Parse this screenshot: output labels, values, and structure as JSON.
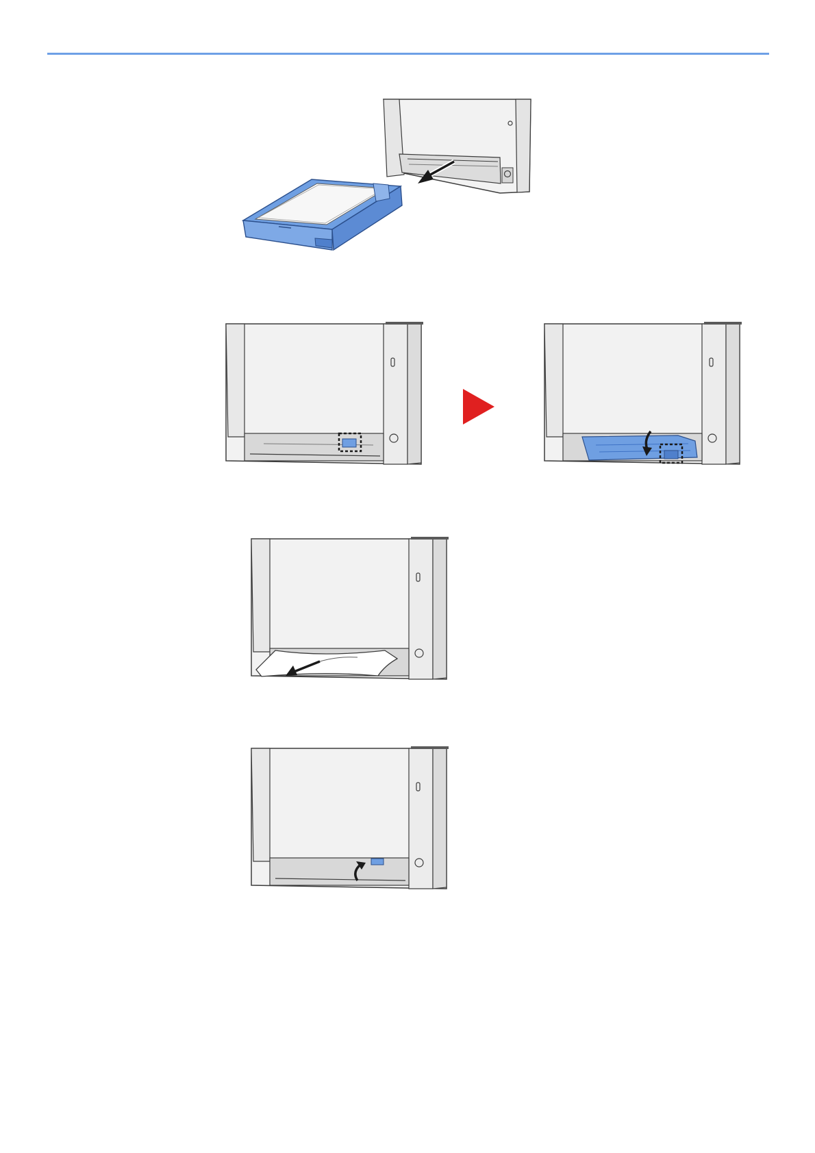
{
  "page": {
    "header_rule_color": "#6ea0e6"
  },
  "colors": {
    "printer_body": "#f2f2f2",
    "printer_side": "#e2e2e2",
    "outline": "#3c3c3c",
    "tray_blue": "#6f9fe2",
    "tray_blue_dark": "#3f73c6",
    "step_arrow_red": "#e02020"
  },
  "figures": [
    {
      "id": "pull-out-cassette",
      "icons": [
        "printer-icon",
        "paper-cassette-icon",
        "pull-arrow-icon"
      ]
    },
    {
      "id": "locate-lever",
      "icons": [
        "printer-front-icon",
        "cover-lever-highlight-icon"
      ]
    },
    {
      "id": "open-cover",
      "icons": [
        "printer-front-icon",
        "open-cover-arrow-icon",
        "cover-lever-highlight-icon"
      ]
    },
    {
      "id": "remove-paper",
      "icons": [
        "printer-front-icon",
        "jammed-paper-icon",
        "pull-arrow-icon"
      ]
    },
    {
      "id": "close-cover",
      "icons": [
        "printer-front-icon",
        "close-cover-arrow-icon"
      ]
    }
  ],
  "step_arrow_icon": "next-step-arrow-icon"
}
